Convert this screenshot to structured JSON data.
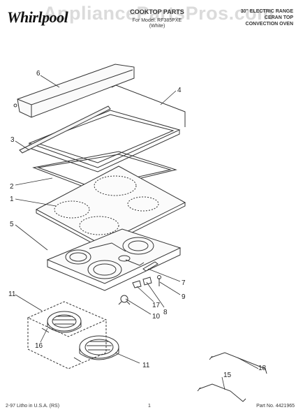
{
  "header": {
    "brand": "Whirlpool",
    "title": "COOKTOP PARTS",
    "model_line": "For Model: RF385PXE",
    "color_code": "(White)",
    "product_line1": "30\" ELECTRIC RANGE",
    "product_line2": "CERAN TOP",
    "product_line3": "CONVECTION OVEN",
    "watermark": "AppliancePartsPros.com"
  },
  "callouts": [
    "6",
    "4",
    "3",
    "2",
    "1",
    "5",
    "7",
    "9",
    "8",
    "17",
    "10",
    "11",
    "16",
    "11",
    "18",
    "15"
  ],
  "footer": {
    "left": "2-97 Litho in U.S.A. (RS)",
    "page": "1",
    "part_no": "Part No. 4421965"
  }
}
